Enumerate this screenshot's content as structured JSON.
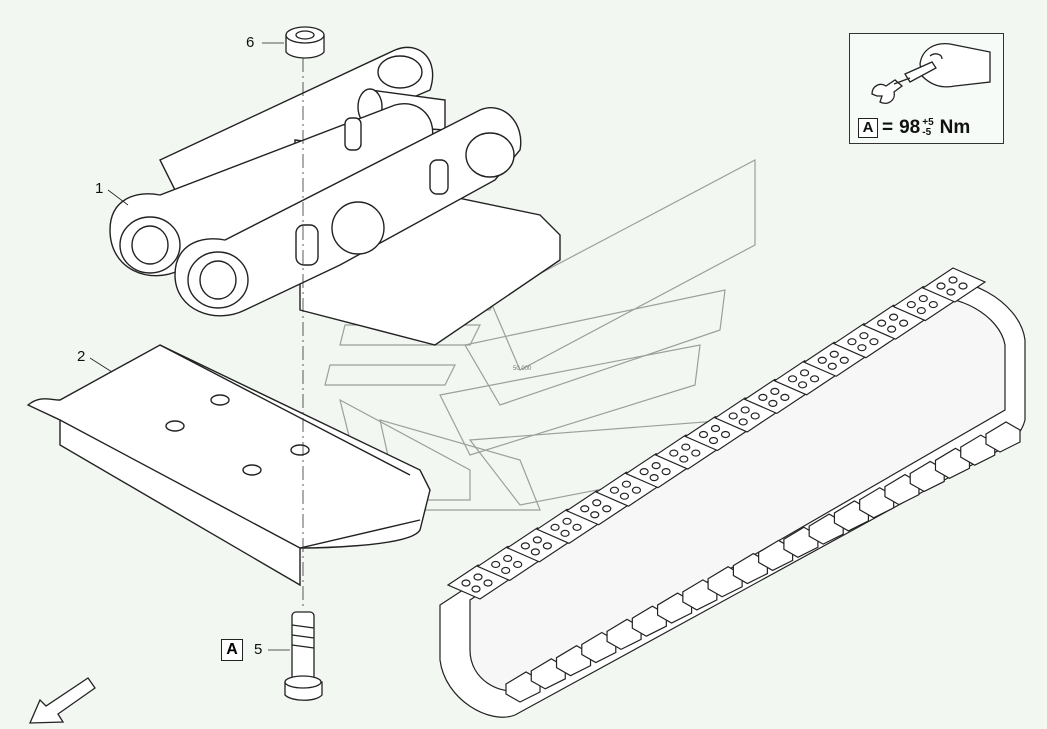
{
  "callouts": {
    "part_1": "1",
    "part_2": "2",
    "part_5": "5",
    "part_6": "6"
  },
  "torque_spec": {
    "ref_letter": "A",
    "equals": "=",
    "value": "98",
    "tol_plus": "+5",
    "tol_minus": "-5",
    "unit": "Nm"
  },
  "bolt_ref_letter": "A",
  "watermark_text": "50 000",
  "colors": {
    "background": "#f2f7f2",
    "line": "#222222",
    "watermark": "#9aa09a"
  }
}
